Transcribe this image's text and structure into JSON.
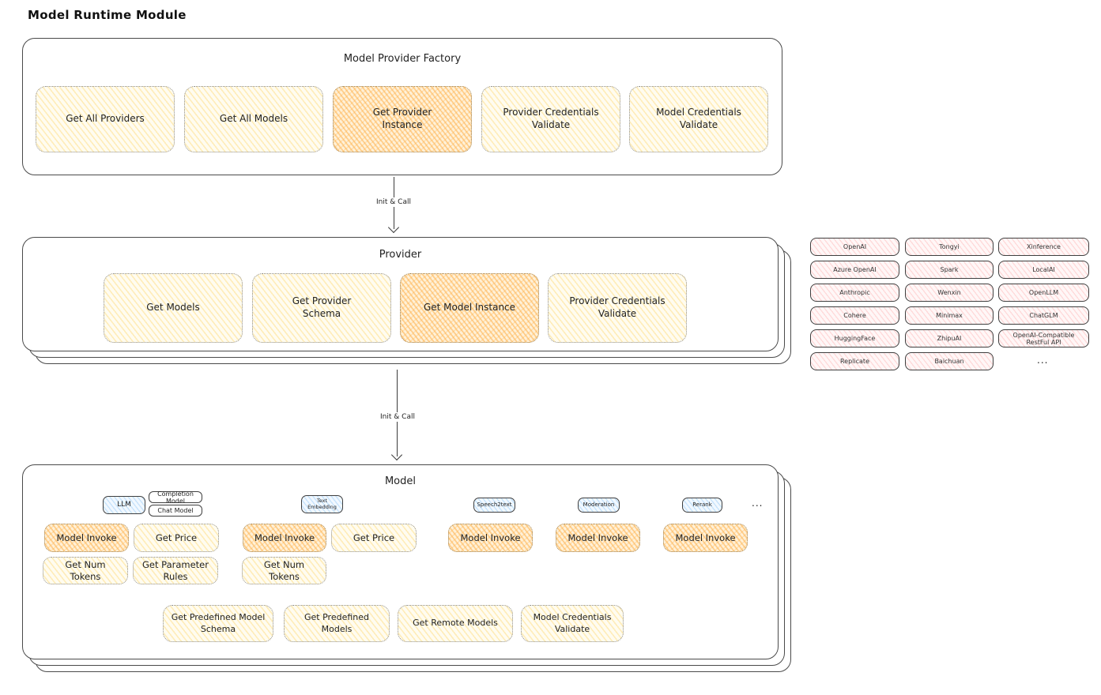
{
  "page_title": "Model Runtime Module",
  "colors": {
    "yellow_fill": "#ffec99",
    "orange_highlight": "#ffc078",
    "pink_fill": "#ffc9c9",
    "blue_fill": "#a5d8ff",
    "outline": "#3f3f3f"
  },
  "factory": {
    "title": "Model Provider Factory",
    "boxes": [
      {
        "label": "Get All Providers",
        "highlight": false
      },
      {
        "label": "Get All Models",
        "highlight": false
      },
      {
        "label": "Get Provider Instance",
        "highlight": true
      },
      {
        "label": "Provider Credentials Validate",
        "highlight": false
      },
      {
        "label": "Model Credentials Validate",
        "highlight": false
      }
    ]
  },
  "arrow1": {
    "label": "Init & Call"
  },
  "arrow2": {
    "label": "Init & Call"
  },
  "provider": {
    "title": "Provider",
    "boxes": [
      {
        "label": "Get Models",
        "highlight": false
      },
      {
        "label": "Get Provider Schema",
        "highlight": false
      },
      {
        "label": "Get Model Instance",
        "highlight": true
      },
      {
        "label": "Provider Credentials Validate",
        "highlight": false
      }
    ]
  },
  "providers_list": {
    "col1": [
      "OpenAI",
      "Azure OpenAI",
      "Anthropic",
      "Cohere",
      "HuggingFace",
      "Replicate"
    ],
    "col2": [
      "Tongyi",
      "Spark",
      "Wenxin",
      "Minimax",
      "ZhipuAI",
      "Baichuan"
    ],
    "col3": [
      "Xinference",
      "LocalAI",
      "OpenLLM",
      "ChatGLM",
      "OpenAI-Compatible RestFul API"
    ],
    "more": "..."
  },
  "model": {
    "title": "Model",
    "tabs": {
      "llm": "LLM",
      "completion_model": "Completion Model",
      "chat_model": "Chat Model",
      "text_embedding": "Text Embedding",
      "speech2text": "Speech2text",
      "moderation": "Moderation",
      "rerank": "Rerank",
      "more": "..."
    },
    "llm_ops": {
      "invoke": "Model Invoke",
      "price": "Get Price",
      "num_tokens": "Get Num Tokens",
      "parameter_rules": "Get Parameter Rules"
    },
    "text_embedding_ops": {
      "invoke": "Model Invoke",
      "price": "Get Price",
      "num_tokens": "Get Num Tokens"
    },
    "speech2text_ops": {
      "invoke": "Model Invoke"
    },
    "moderation_ops": {
      "invoke": "Model Invoke"
    },
    "rerank_ops": {
      "invoke": "Model Invoke"
    },
    "common_ops": {
      "predefined_model_schema": "Get Predefined Model Schema",
      "predefined_models": "Get Predefined Models",
      "remote_models": "Get Remote Models",
      "credentials_validate": "Model Credentials Validate"
    }
  }
}
